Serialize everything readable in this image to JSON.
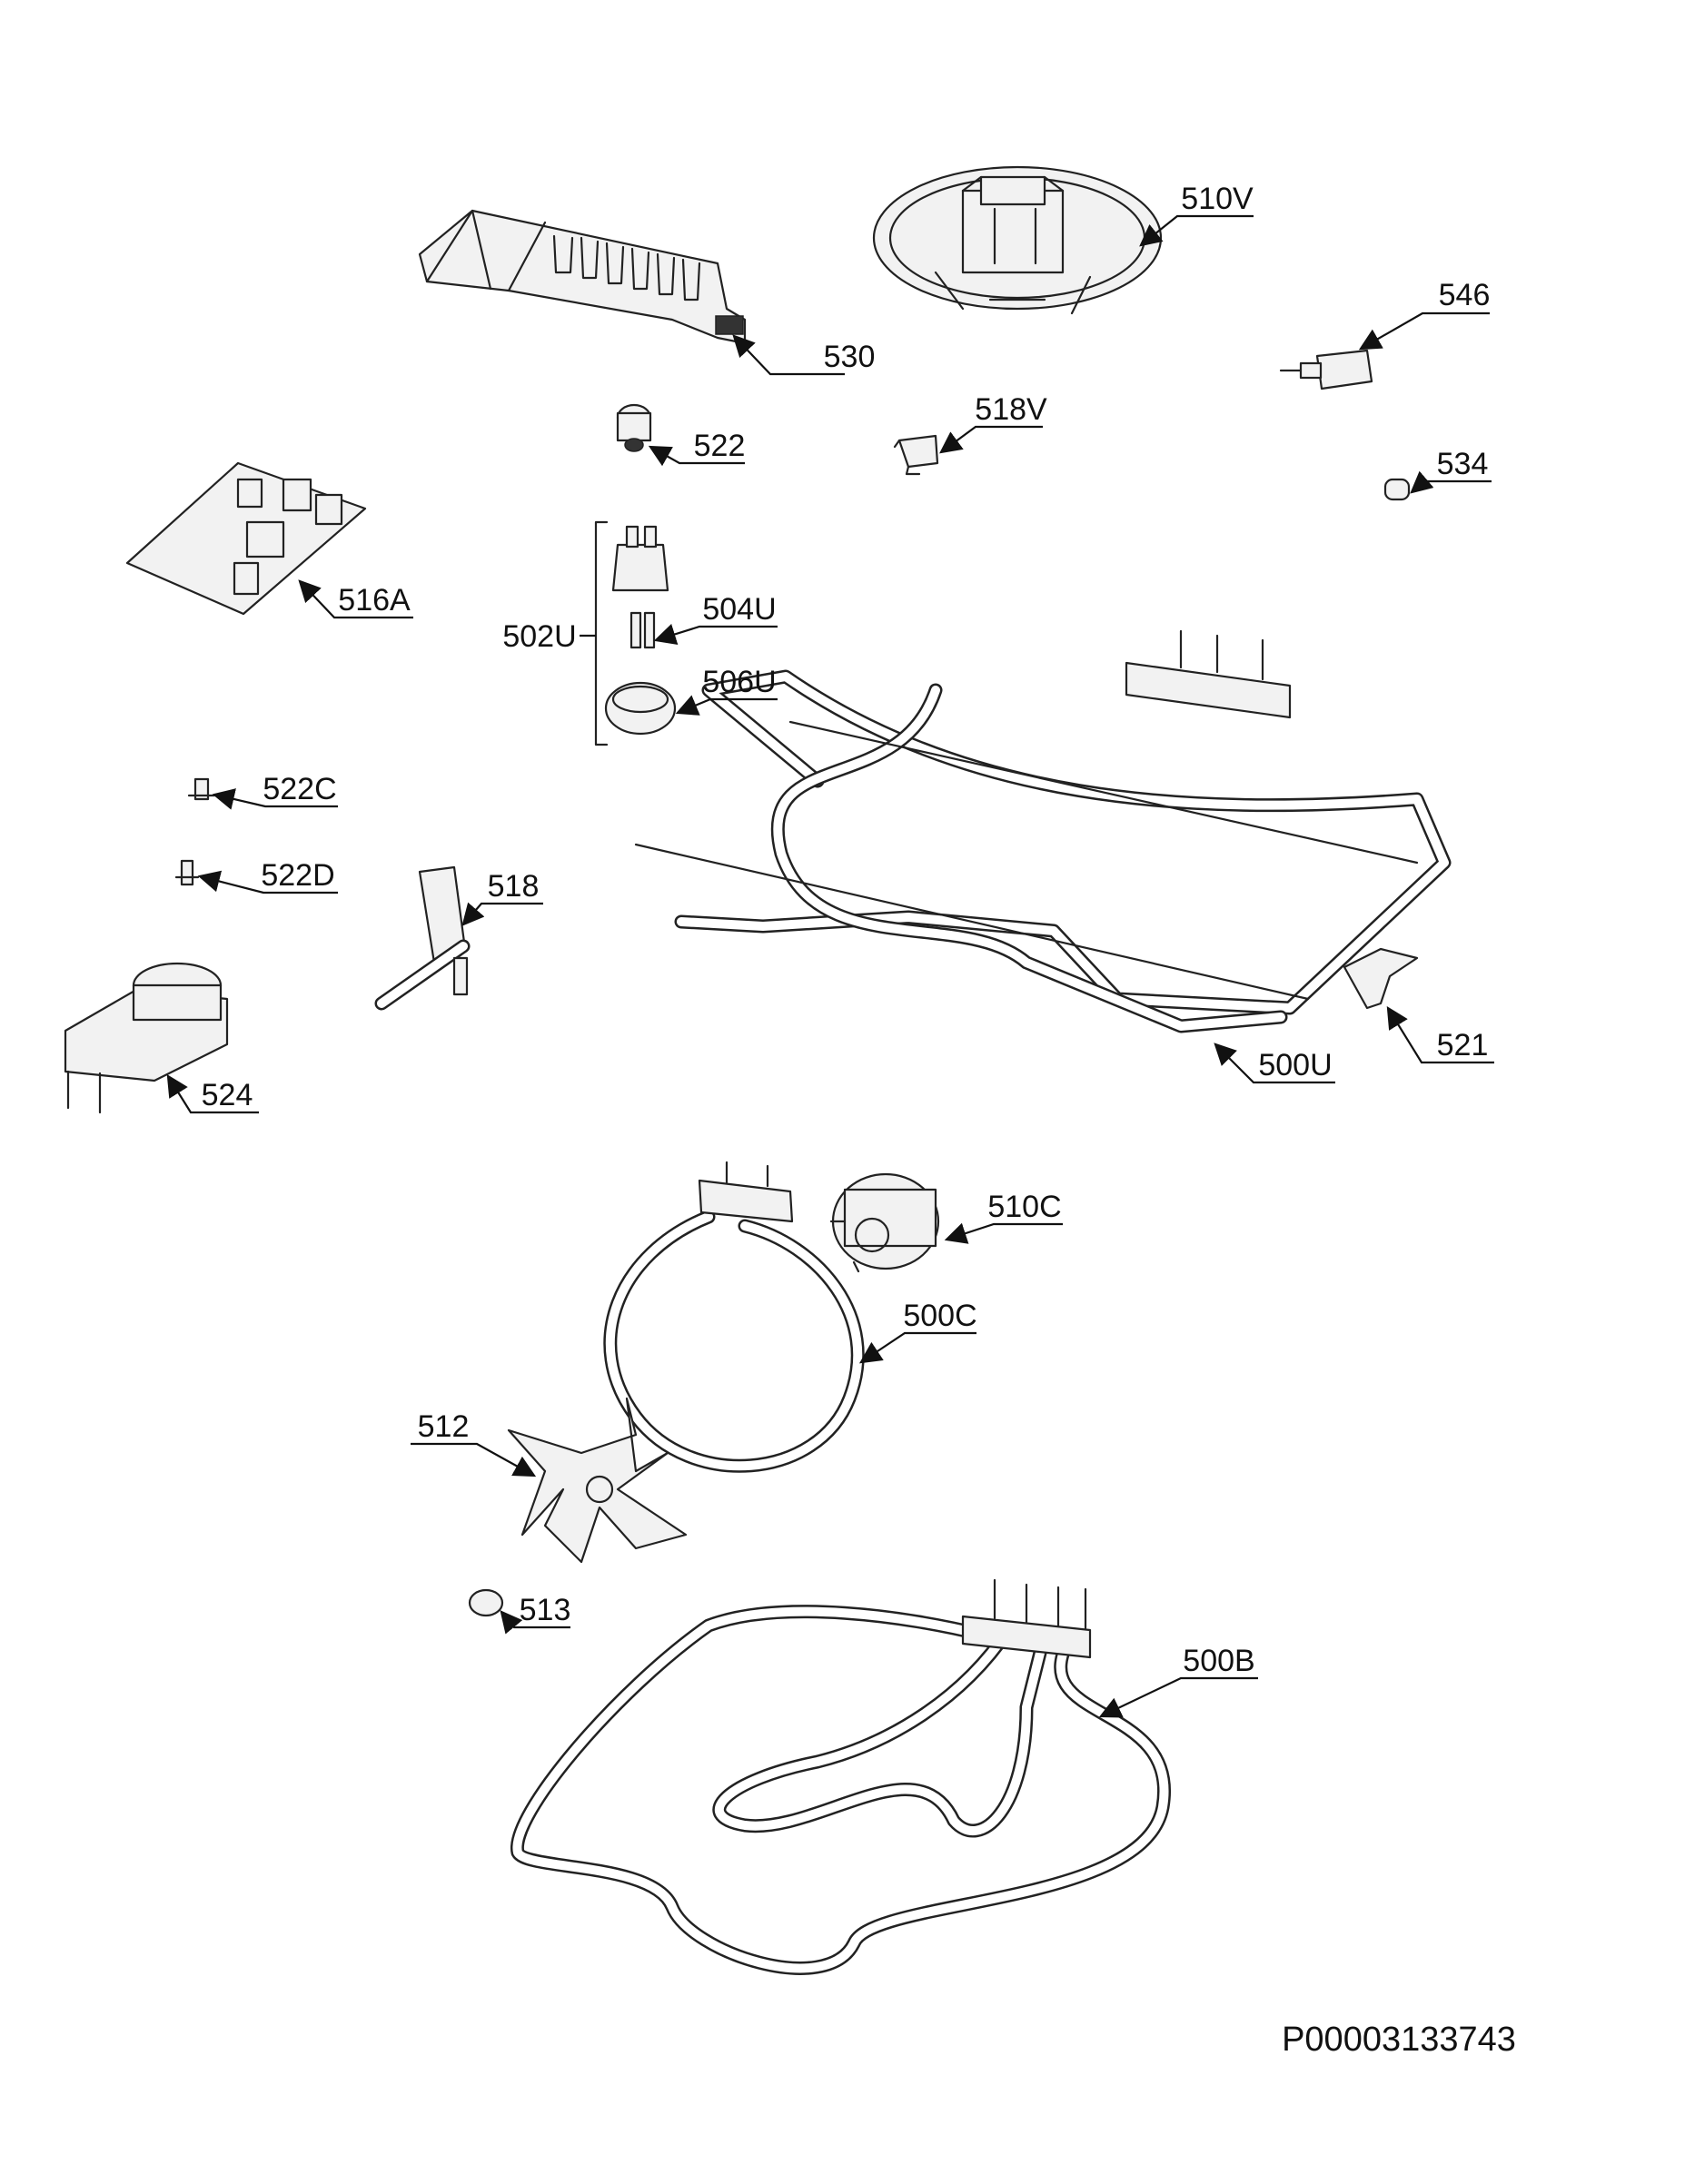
{
  "labels": {
    "p530": "530",
    "p510V": "510V",
    "p546": "546",
    "p522": "522",
    "p518V": "518V",
    "p534": "534",
    "p516A": "516A",
    "p502U": "502U",
    "p504U": "504U",
    "p506U": "506U",
    "p522C": "522C",
    "p522D": "522D",
    "p518": "518",
    "p524": "524",
    "p500U": "500U",
    "p521": "521",
    "p510C": "510C",
    "p500C": "500C",
    "p512": "512",
    "p513": "513",
    "p500B": "500B"
  },
  "document_id": "P00003133743"
}
